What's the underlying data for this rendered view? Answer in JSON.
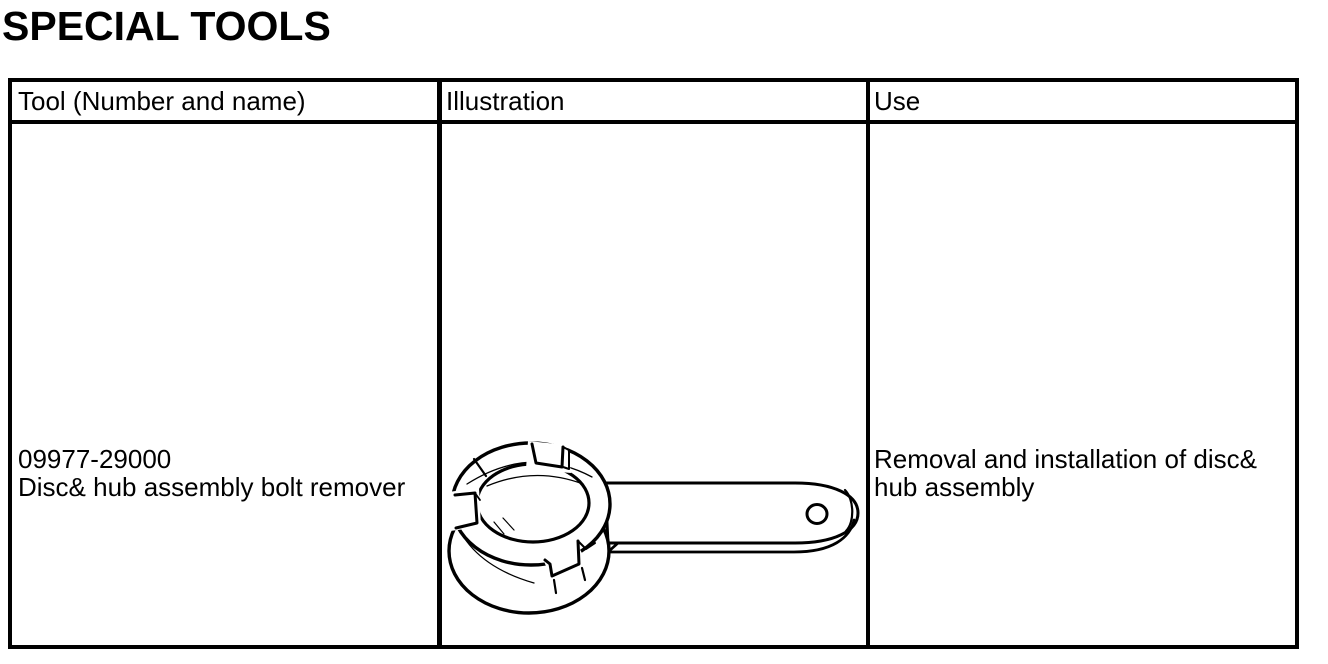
{
  "page": {
    "title": "SPECIAL TOOLS"
  },
  "table": {
    "headers": [
      {
        "label": "Tool (Number and name)"
      },
      {
        "label": "Illustration"
      },
      {
        "label": "Use"
      }
    ],
    "rows": [
      {
        "tool_number": "09977-29000",
        "tool_name": "Disc& hub assembly bolt remover",
        "illustration_label": "disc-hub-assembly-bolt-remover-wrench-drawing",
        "use": "Removal and installation of disc& hub assembly"
      }
    ]
  },
  "colors": {
    "ink": "#000000",
    "paper": "#ffffff"
  }
}
